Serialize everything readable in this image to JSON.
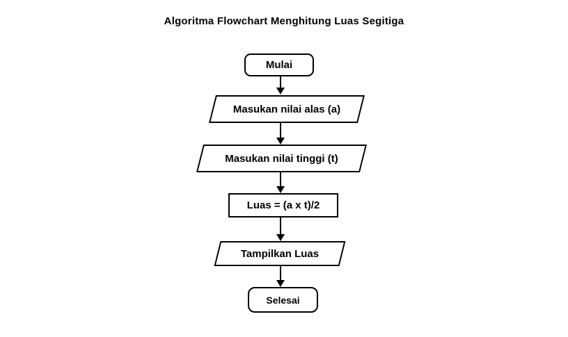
{
  "flowchart": {
    "title": "Algoritma Flowchart Menghitung Luas Segitiga",
    "nodes": [
      {
        "id": "start",
        "type": "terminator",
        "shape": "rounded-rectangle",
        "label": "Mulai"
      },
      {
        "id": "input-alas",
        "type": "io",
        "shape": "parallelogram",
        "label": "Masukan nilai alas (a)"
      },
      {
        "id": "input-tinggi",
        "type": "io",
        "shape": "parallelogram",
        "label": "Masukan nilai tinggi (t)"
      },
      {
        "id": "process-luas",
        "type": "process",
        "shape": "rectangle",
        "label": "Luas = (a x t)/2"
      },
      {
        "id": "output-luas",
        "type": "io",
        "shape": "parallelogram",
        "label": "Tampilkan Luas"
      },
      {
        "id": "end",
        "type": "terminator",
        "shape": "rounded-rectangle",
        "label": "Selesai"
      }
    ],
    "edges": [
      {
        "from": "start",
        "to": "input-alas",
        "direction": "down"
      },
      {
        "from": "input-alas",
        "to": "input-tinggi",
        "direction": "down"
      },
      {
        "from": "input-tinggi",
        "to": "process-luas",
        "direction": "down"
      },
      {
        "from": "process-luas",
        "to": "output-luas",
        "direction": "down"
      },
      {
        "from": "output-luas",
        "to": "end",
        "direction": "down"
      }
    ],
    "colors": {
      "background": "#ffffff",
      "node_fill": "#ffffff",
      "stroke": "#000000",
      "text": "#000000"
    }
  }
}
